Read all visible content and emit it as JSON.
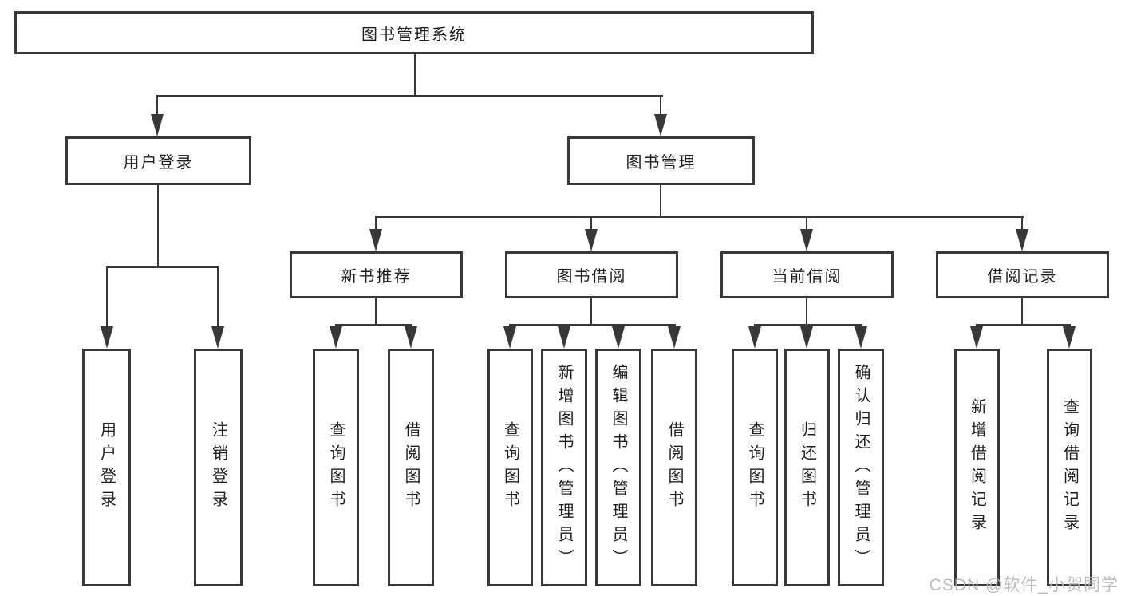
{
  "nodes": {
    "root": {
      "label": "图书管理系统"
    },
    "l2": [
      {
        "label": "用户登录"
      },
      {
        "label": "图书管理"
      }
    ],
    "l3": [
      {
        "label": "新书推荐"
      },
      {
        "label": "图书借阅"
      },
      {
        "label": "当前借阅"
      },
      {
        "label": "借阅记录"
      }
    ],
    "leaves": [
      {
        "label": "用户登录"
      },
      {
        "label": "注销登录"
      },
      {
        "label": "查询图书"
      },
      {
        "label": "借阅图书"
      },
      {
        "label": "查询图书"
      },
      {
        "label": "新增图书（管理员）"
      },
      {
        "label": "编辑图书（管理员）"
      },
      {
        "label": "借阅图书"
      },
      {
        "label": "查询图书"
      },
      {
        "label": "归还图书"
      },
      {
        "label": "确认归还（管理员）"
      },
      {
        "label": "新增借阅记录"
      },
      {
        "label": "查询借阅记录"
      }
    ]
  },
  "watermark": {
    "text": "CSDN @软件_小贺同学"
  },
  "colors": {
    "line": "#383838",
    "text": "#1f1f1f",
    "bg": "#ffffff",
    "watermark": "#b5b5b5"
  }
}
